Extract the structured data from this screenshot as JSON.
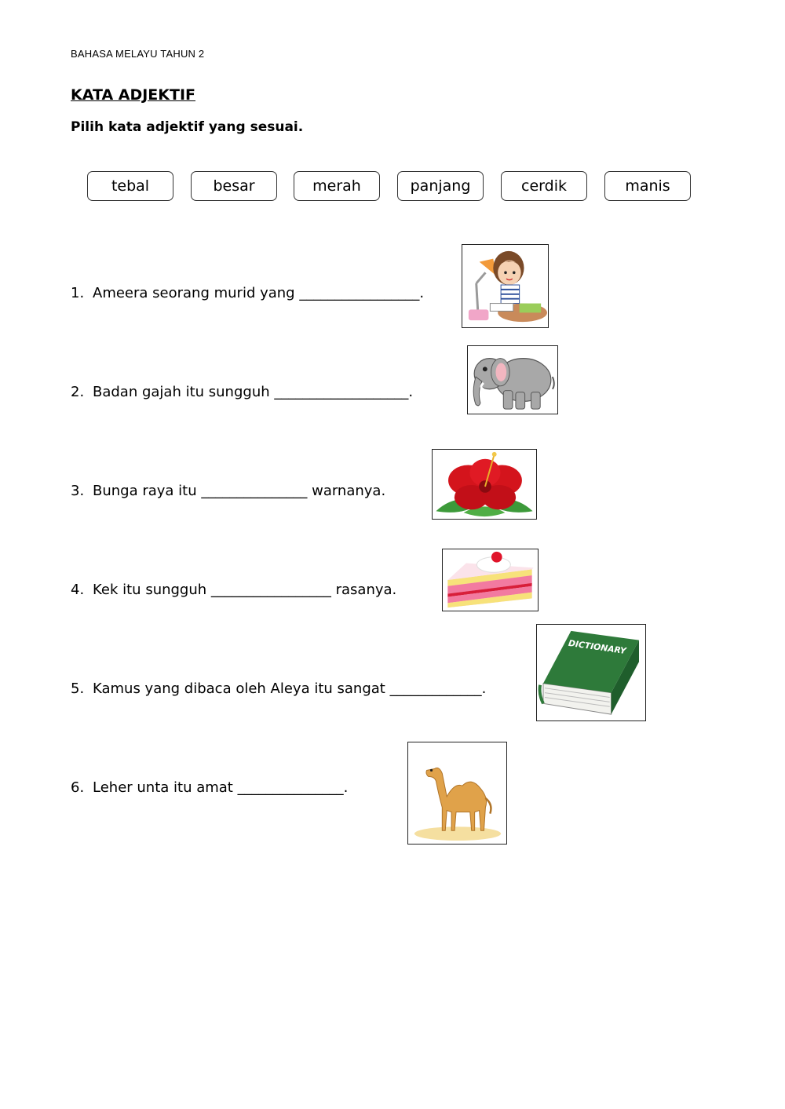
{
  "header": {
    "text": "BAHASA MELAYU TAHUN 2"
  },
  "title": "KATA ADJEKTIF",
  "instruction": "Pilih kata adjektif yang sesuai.",
  "word_bank": [
    "tebal",
    "besar",
    "merah",
    "panjang",
    "cerdik",
    "manis"
  ],
  "questions": [
    {
      "number": "1.",
      "before": "Ameera seorang murid yang ",
      "blank": "_________________",
      "after": ".",
      "picture": "girl-studying-picture"
    },
    {
      "number": "2.",
      "before": "Badan gajah itu sungguh ",
      "blank": "___________________",
      "after": ".",
      "picture": "elephant-picture"
    },
    {
      "number": "3.",
      "before": "Bunga raya itu ",
      "blank": "_______________",
      "after": " warnanya.",
      "picture": "hibiscus-picture"
    },
    {
      "number": "4.",
      "before": "Kek itu sungguh ",
      "blank": "_________________",
      "after": " rasanya.",
      "picture": "cake-picture"
    },
    {
      "number": "5.",
      "before": "Kamus yang dibaca oleh Aleya itu sangat ",
      "blank": "_____________",
      "after": ".",
      "picture": "dictionary-picture"
    },
    {
      "number": "6.",
      "before": "Leher unta itu amat ",
      "blank": "_______________",
      "after": ".",
      "picture": "camel-picture"
    }
  ],
  "dictionary_cover_text": "DICTIONARY",
  "colors": {
    "hibiscus_red": "#d4141c",
    "leaf_green": "#3d9a3a",
    "book_green": "#2e7a3a",
    "camel_tan": "#e0a24a",
    "elephant_grey": "#a8a8a8",
    "cake_pink": "#f27aa0"
  }
}
